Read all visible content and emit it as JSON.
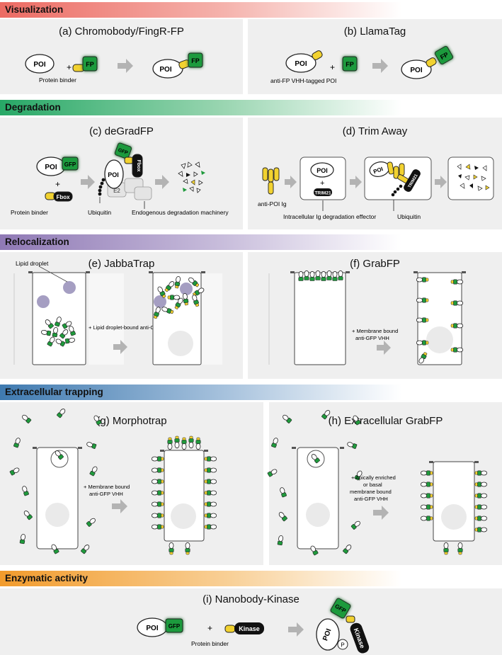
{
  "colors": {
    "gfp": "#1f9a3c",
    "binder": "#f2d230",
    "arrow": "#b3b3b3",
    "vis": "#ec6b63",
    "deg": "#27a866",
    "reloc": "#8f79b5",
    "extra": "#3f7ab0",
    "enz": "#f29b2c"
  },
  "sections": {
    "visualization": "Visualization",
    "degradation": "Degradation",
    "relocalization": "Relocalization",
    "extracellular": "Extracellular trapping",
    "enzymatic": "Enzymatic activity"
  },
  "panels": {
    "a": {
      "title": "(a) Chromobody/FingR-FP",
      "poi": "POI",
      "plus": "+",
      "fp": "FP",
      "binder_label": "Protein binder"
    },
    "b": {
      "title": "(b) LlamaTag",
      "poi": "POI",
      "plus": "+",
      "fp": "FP",
      "caption": "anti-FP VHH-tagged POI"
    },
    "c": {
      "title": "(c) deGradFP",
      "poi": "POI",
      "gfp": "GFP",
      "plus": "+",
      "fbox": "Fbox",
      "binder_label": "Protein binder",
      "e2": "E2",
      "ubiquitin": "Ubiquitin",
      "machinery": "Endogenous degradation machinery"
    },
    "d": {
      "title": "(d) Trim Away",
      "poi": "POI",
      "plus": "+",
      "trim": "TRIM21",
      "ig_label": "anti-POI Ig",
      "effector": "Intracellular Ig degradation effector",
      "ubiquitin": "Ubiquitin"
    },
    "e": {
      "title": "(e) JabbaTrap",
      "lipid": "Lipid droplet",
      "label": "+ Lipid droplet-bound anti-GFP VHH"
    },
    "f": {
      "title": "(f) GrabFP",
      "label_1": "+ Membrane bound",
      "label_2": "anti-GFP VHH"
    },
    "g": {
      "title": "(g) Morphotrap",
      "label_1": "+ Membrane bound",
      "label_2": "anti-GFP VHH"
    },
    "h": {
      "title": "(h) Extracellular GrabFP",
      "label_1": "+ Apically enriched",
      "label_2": "or basal",
      "label_3": "membrane bound",
      "label_4": "anti-GFP VHH"
    },
    "i": {
      "title": "(i) Nanobody-Kinase",
      "poi": "POI",
      "gfp": "GFP",
      "plus": "+",
      "kinase": "Kinase",
      "binder_label": "Protein binder",
      "p": "P"
    }
  }
}
